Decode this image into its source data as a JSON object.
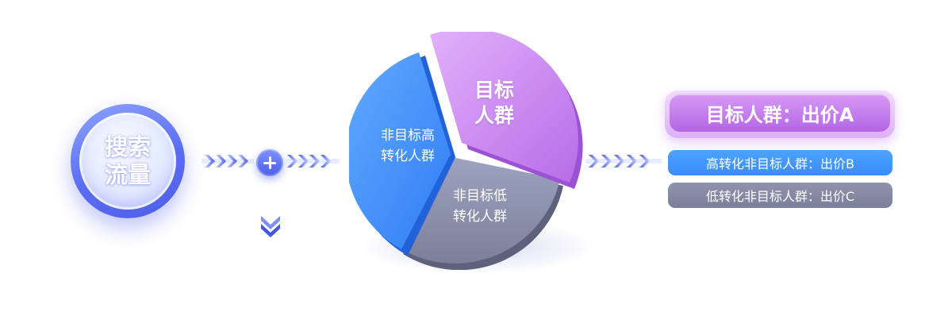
{
  "source": {
    "label_line1": "搜索",
    "label_line2": "流量"
  },
  "pie": {
    "target_line1": "目标",
    "target_line2": "人群",
    "high_line1": "非目标高",
    "high_line2": "转化人群",
    "low_line1": "非目标低",
    "low_line2": "转化人群"
  },
  "results": {
    "a": "目标人群：出价A",
    "b": "高转化非目标人群：出价B",
    "c": "低转化非目标人群：出价C"
  },
  "colors": {
    "accent_blue": "#4a5fe8",
    "target_purple": "#c27ef0",
    "high_blue": "#4b9bff",
    "low_gray": "#8a8ea8"
  },
  "icons": [
    "plus-icon",
    "chevron-right-icon",
    "chevron-down-icon"
  ]
}
